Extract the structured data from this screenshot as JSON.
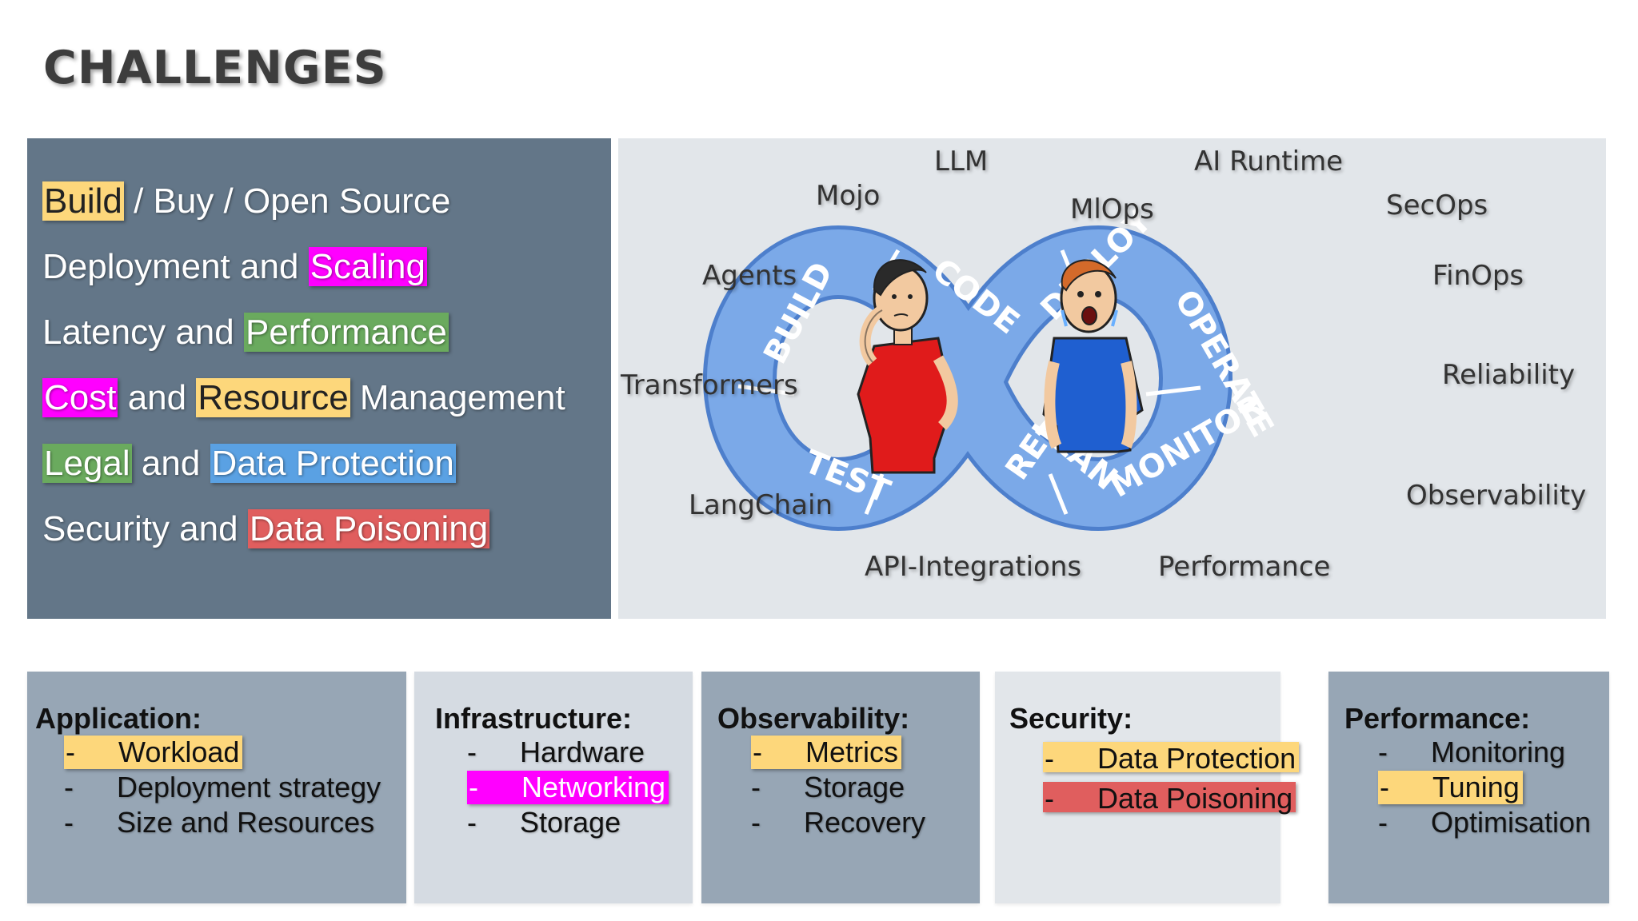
{
  "slide_title": "CHALLENGES",
  "challenges": [
    {
      "parts": [
        {
          "text": "Build",
          "hl": "yellow"
        },
        {
          "text": " / Buy / Open Source"
        }
      ]
    },
    {
      "parts": [
        {
          "text": "Deployment and "
        },
        {
          "text": "Scaling",
          "hl": "magenta"
        }
      ]
    },
    {
      "parts": [
        {
          "text": "Latency and "
        },
        {
          "text": "Performance",
          "hl": "green"
        }
      ]
    },
    {
      "parts": [
        {
          "text": "Cost",
          "hl": "magenta"
        },
        {
          "text": " and "
        },
        {
          "text": "Resource",
          "hl": "yellow"
        },
        {
          "text": " Management"
        }
      ]
    },
    {
      "parts": [
        {
          "text": "Legal",
          "hl": "green"
        },
        {
          "text": " and "
        },
        {
          "text": "Data Protection",
          "hl": "blue"
        }
      ]
    },
    {
      "parts": [
        {
          "text": "Security and "
        },
        {
          "text": "Data Poisoning",
          "hl": "red"
        }
      ]
    }
  ],
  "diagram": {
    "loop_labels": [
      "BUILD",
      "CODE",
      "TEST",
      "RELEASE",
      "DEPLOY",
      "OPERATE",
      "PLAN",
      "MONITOR"
    ],
    "keywords": {
      "llm": "LLM",
      "mojo": "Mojo",
      "mlops": "MlOps",
      "ai_runtime": "AI Runtime",
      "secops": "SecOps",
      "agents": "Agents",
      "finops": "FinOps",
      "transformers": "Transformers",
      "reliability": "Reliability",
      "langchain": "LangChain",
      "observability": "Observability",
      "api_integrations": "API-Integrations",
      "performance": "Performance"
    },
    "colors": {
      "loop": "#7ba9e8",
      "loop_edge": "#4d7fcc",
      "shirt_left": "#e01b1b",
      "shirt_right": "#1f5fd0"
    }
  },
  "boxes": {
    "application": {
      "title": "Application:",
      "items": [
        {
          "text": "Workload",
          "hl": "yellow"
        },
        {
          "text": "Deployment strategy"
        },
        {
          "text": "Size and Resources"
        }
      ]
    },
    "infrastructure": {
      "title": "Infrastructure:",
      "items": [
        {
          "text": "Hardware"
        },
        {
          "text": "Networking",
          "hl": "magenta"
        },
        {
          "text": "Storage"
        }
      ]
    },
    "observability": {
      "title": "Observability:",
      "items": [
        {
          "text": "Metrics",
          "hl": "yellow"
        },
        {
          "text": "Storage"
        },
        {
          "text": "Recovery"
        }
      ]
    },
    "security": {
      "title": "Security:",
      "items": [
        {
          "text": "Data Protection",
          "hl": "yellow"
        },
        {
          "text": "Data Poisoning",
          "hl": "red"
        }
      ]
    },
    "performance": {
      "title": "Performance:",
      "items": [
        {
          "text": "Monitoring"
        },
        {
          "text": "Tuning",
          "hl": "yellow"
        },
        {
          "text": "Optimisation"
        }
      ]
    }
  },
  "list_marker": "-"
}
